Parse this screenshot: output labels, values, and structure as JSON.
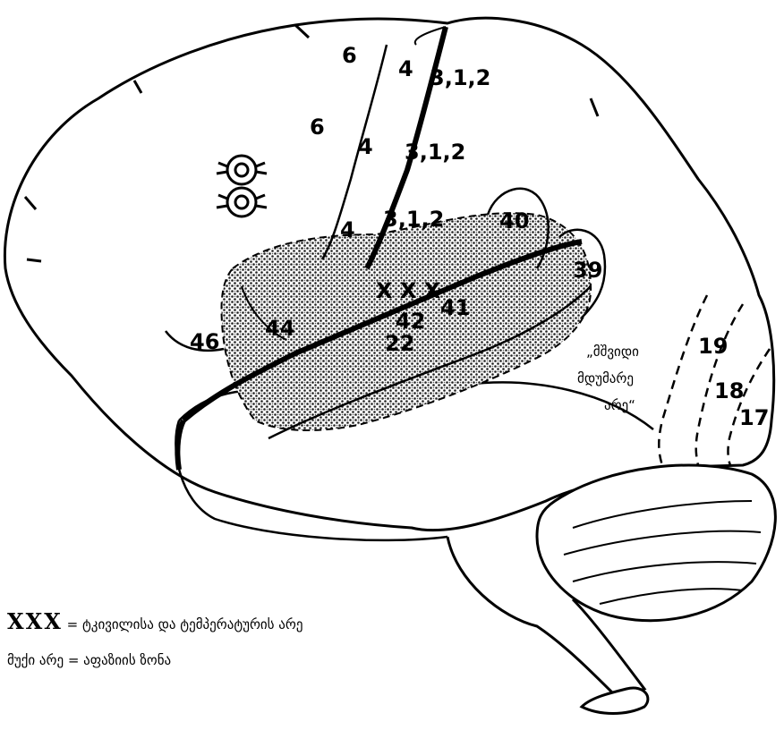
{
  "areas": {
    "a6_top": "6",
    "a4_top": "4",
    "a312_top": "3,1,2",
    "a6_mid": "6",
    "a4_mid": "4",
    "a312_mid": "3,1,2",
    "a4_low": "4",
    "a312_low": "3,1,2",
    "a40": "40",
    "a39": "39",
    "a46": "46",
    "a44": "44",
    "xxx": "X X X",
    "a42": "42",
    "a41": "41",
    "a22": "22",
    "a19": "19",
    "a18": "18",
    "a17": "17"
  },
  "silent_area": {
    "line1": "„მშვიდი",
    "line2": "მდუმარე",
    "line3": "არე“"
  },
  "legend": {
    "xxx_key": "XXX",
    "xxx_text": " = ტკივილისა და ტემპერატურის არე",
    "dark_text": "მუქი არე = აფაზიის ზონა"
  }
}
